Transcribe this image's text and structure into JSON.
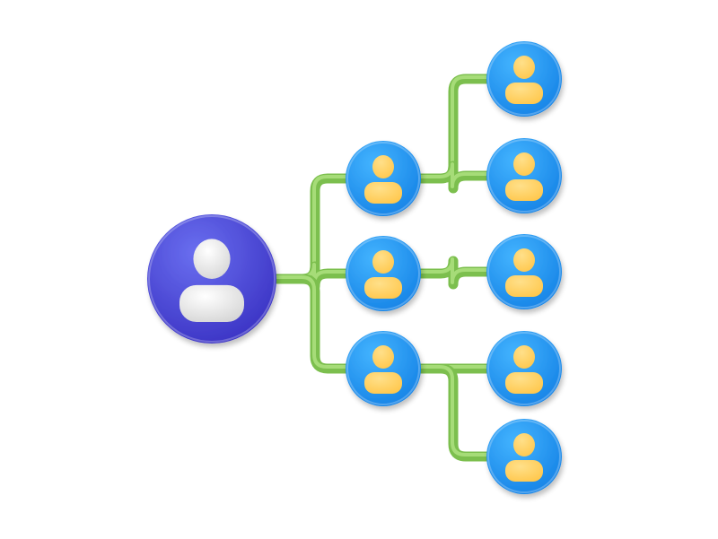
{
  "diagram": {
    "type": "org-chart",
    "colors": {
      "background": "#ffffff",
      "connector": "#7cbf4e",
      "connector_highlight": "#a6dc78",
      "root_node_light": "#6a6ff0",
      "root_node_dark": "#3b33c4",
      "child_node_light": "#43b4ff",
      "child_node_dark": "#1683e6",
      "root_person_icon": "#f2f2f2",
      "child_person_icon": "#ffc64a"
    },
    "nodes": [
      {
        "id": "root",
        "level": 0,
        "icon": "person-icon"
      },
      {
        "id": "manager-top",
        "level": 1,
        "icon": "person-icon"
      },
      {
        "id": "manager-middle",
        "level": 1,
        "icon": "person-icon"
      },
      {
        "id": "manager-bottom",
        "level": 1,
        "icon": "person-icon"
      },
      {
        "id": "member-1",
        "level": 2,
        "icon": "person-icon"
      },
      {
        "id": "member-2",
        "level": 2,
        "icon": "person-icon"
      },
      {
        "id": "member-3",
        "level": 2,
        "icon": "person-icon"
      },
      {
        "id": "member-4",
        "level": 2,
        "icon": "person-icon"
      },
      {
        "id": "member-5",
        "level": 2,
        "icon": "person-icon"
      }
    ],
    "edges": [
      {
        "from": "root",
        "to": "manager-top"
      },
      {
        "from": "root",
        "to": "manager-middle"
      },
      {
        "from": "root",
        "to": "manager-bottom"
      },
      {
        "from": "manager-top",
        "to": "member-1"
      },
      {
        "from": "manager-top",
        "to": "member-2"
      },
      {
        "from": "manager-middle",
        "to": "member-3"
      },
      {
        "from": "manager-bottom",
        "to": "member-4"
      },
      {
        "from": "manager-bottom",
        "to": "member-5"
      }
    ]
  }
}
